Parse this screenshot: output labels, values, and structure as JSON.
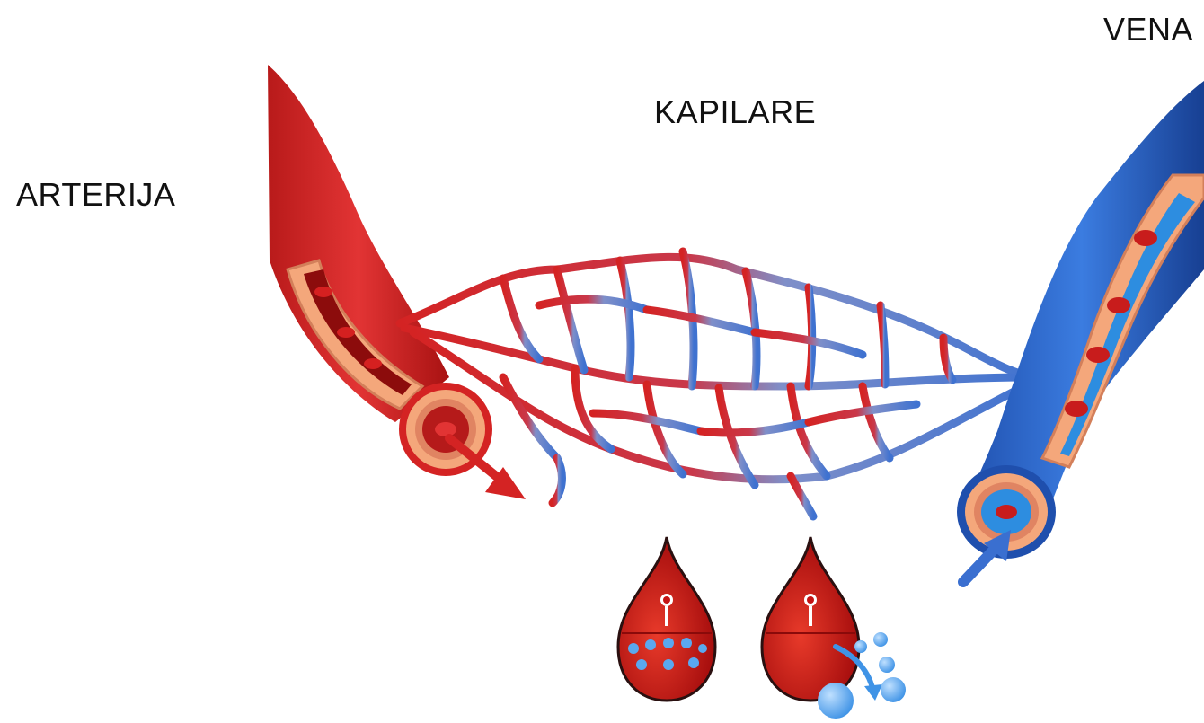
{
  "labels": {
    "artery": "ARTERIJA",
    "capillaries": "KAPILARE",
    "vein": "VENA"
  },
  "colors": {
    "artery": "#d42323",
    "artery_dark": "#a30f0f",
    "vessel_wall": "#f4a77b",
    "vein": "#2a63c9",
    "vein_dark": "#173f92",
    "capillary_blend": "#6f86c0",
    "blood_drop": "#c41414",
    "oxygen_bubble": "#5aa8ef"
  },
  "icons": [
    "red-blood-cell-icon",
    "blood-drop-icon",
    "oxygen-bubble-icon",
    "flow-arrow-icon"
  ]
}
